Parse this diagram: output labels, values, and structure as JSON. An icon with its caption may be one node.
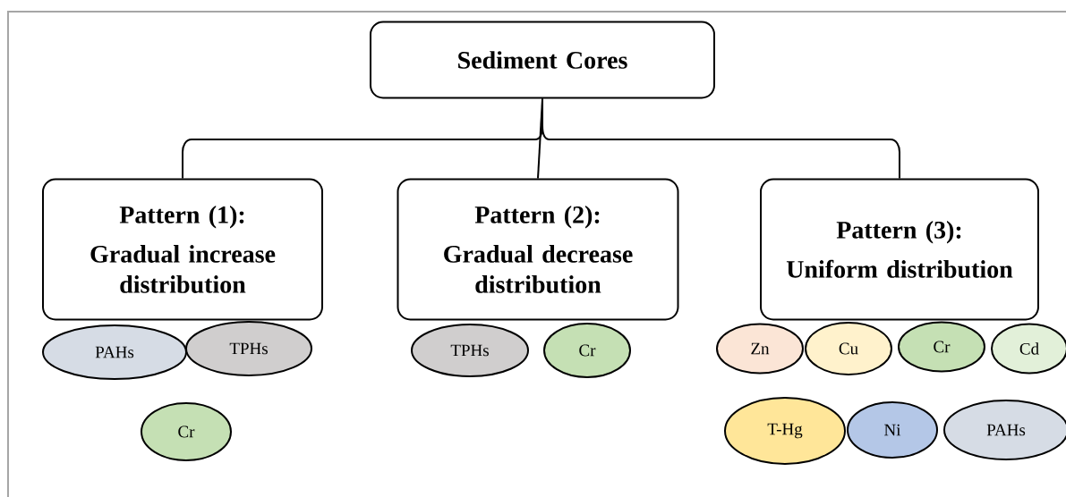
{
  "diagram": {
    "nodes": [
      {
        "text": [
          "Sediment Cores"
        ]
      },
      {
        "text": [
          "Pattern (1):",
          "Gradual increase distribution"
        ]
      },
      {
        "text": [
          "Pattern (2):",
          "Gradual decrease distribution"
        ]
      },
      {
        "text": [
          "Pattern (3):",
          "Uniform distribution"
        ]
      },
      {
        "text": [
          "PAHs"
        ]
      },
      {
        "text": [
          "TPHs"
        ]
      },
      {
        "text": [
          "Cr"
        ]
      },
      {
        "text": [
          "TPHs"
        ]
      },
      {
        "text": [
          "Cr"
        ]
      },
      {
        "text": [
          "Zn"
        ]
      },
      {
        "text": [
          "Cu"
        ]
      },
      {
        "text": [
          "Cr"
        ]
      },
      {
        "text": [
          "Cd"
        ]
      },
      {
        "text": [
          "T-Hg"
        ]
      },
      {
        "text": [
          "Ni"
        ]
      },
      {
        "text": [
          "PAHs"
        ]
      }
    ],
    "edges": [
      {
        "from": 0,
        "to": 1,
        "arrow": "none"
      },
      {
        "from": 0,
        "to": 2,
        "arrow": "none"
      },
      {
        "from": 0,
        "to": 3,
        "arrow": "none"
      }
    ]
  }
}
